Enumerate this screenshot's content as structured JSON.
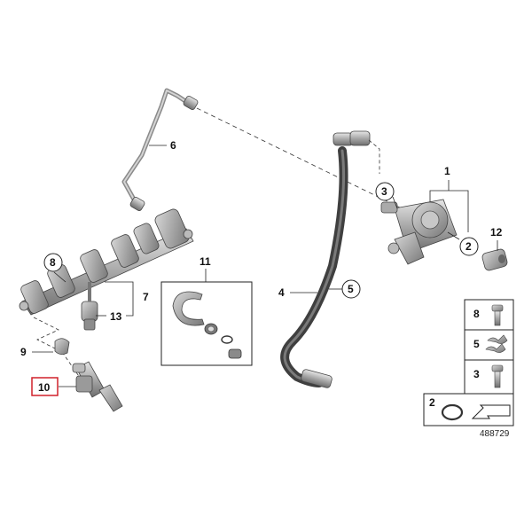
{
  "diagram": {
    "reference_number": "488729",
    "callouts": {
      "c1": "1",
      "c2": "2",
      "c3": "3",
      "c4": "4",
      "c5": "5",
      "c6": "6",
      "c7": "7",
      "c8": "8",
      "c9": "9",
      "c10": "10",
      "c11": "11",
      "c12": "12",
      "c13": "13"
    },
    "legend": {
      "item8": "8",
      "item5": "5",
      "item3": "3",
      "item2": "2"
    },
    "colors": {
      "highlight": "#d0202a",
      "part_gray": "#9a9a9a",
      "hose_dark": "#4a4a4a"
    }
  }
}
